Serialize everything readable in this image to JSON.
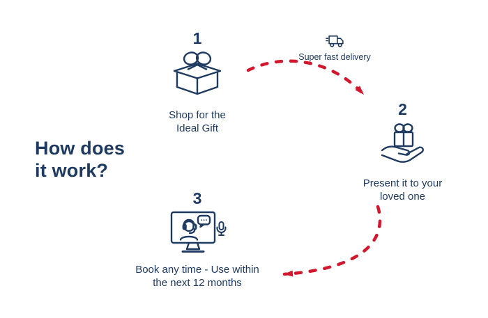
{
  "colors": {
    "navy": "#1e3a60",
    "red": "#d2182f",
    "background": "#ffffff"
  },
  "heading": {
    "line1": "How does",
    "line2": "it work?"
  },
  "delivery": {
    "icon": "delivery-truck-icon",
    "label": "Super fast delivery"
  },
  "steps": [
    {
      "number": "1",
      "icon": "gift-box-icon",
      "caption": "Shop for the\nIdeal Gift"
    },
    {
      "number": "2",
      "icon": "hand-holding-gift-icon",
      "caption": "Present it to your\nloved one"
    },
    {
      "number": "3",
      "icon": "support-monitor-icon",
      "caption": "Book any time - Use within\nthe next 12 months"
    }
  ],
  "arrows": [
    {
      "name": "arrow-step1-to-step2",
      "style": "dashed",
      "color": "#d2182f"
    },
    {
      "name": "arrow-step2-to-step3",
      "style": "dashed",
      "color": "#d2182f"
    }
  ]
}
